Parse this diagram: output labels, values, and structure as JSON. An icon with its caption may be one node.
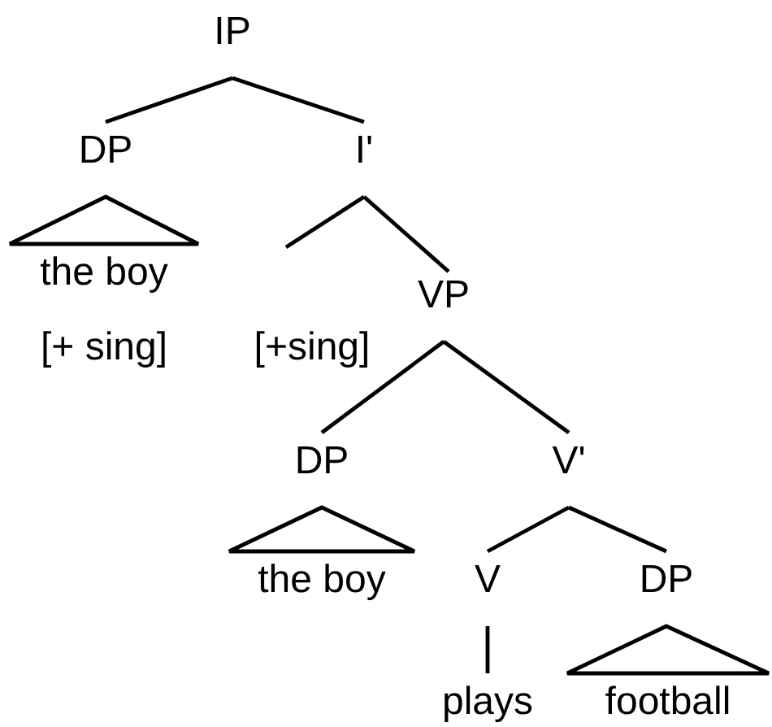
{
  "diagram": {
    "nodes": [
      {
        "text": [
          "IP"
        ]
      },
      {
        "text": [
          "DP"
        ]
      },
      {
        "text": [
          "I'"
        ]
      },
      {
        "text": [
          "the boy"
        ],
        "beside": [
          "[+ sing]"
        ]
      },
      {
        "text": [
          "[+sing]"
        ]
      },
      {
        "text": [
          "VP"
        ]
      },
      {
        "text": [
          "DP"
        ]
      },
      {
        "text": [
          "V'"
        ]
      },
      {
        "text": [
          "the boy"
        ]
      },
      {
        "text": [
          "V"
        ]
      },
      {
        "text": [
          "DP"
        ]
      },
      {
        "text": [
          "plays"
        ]
      },
      {
        "text": [
          "football"
        ]
      }
    ],
    "edges": [
      {
        "from": 0,
        "to": 1,
        "arrow": "none"
      },
      {
        "from": 0,
        "to": 2,
        "arrow": "none"
      },
      {
        "from": 1,
        "to": 3,
        "arrow": "none"
      },
      {
        "from": 2,
        "to": 4,
        "arrow": "none"
      },
      {
        "from": 2,
        "to": 5,
        "arrow": "none"
      },
      {
        "from": 5,
        "to": 6,
        "arrow": "none"
      },
      {
        "from": 5,
        "to": 7,
        "arrow": "none"
      },
      {
        "from": 6,
        "to": 8,
        "arrow": "none"
      },
      {
        "from": 7,
        "to": 9,
        "arrow": "none"
      },
      {
        "from": 7,
        "to": 10,
        "arrow": "none"
      },
      {
        "from": 9,
        "to": 11,
        "arrow": "none"
      },
      {
        "from": 10,
        "to": 12,
        "arrow": "none"
      }
    ]
  }
}
